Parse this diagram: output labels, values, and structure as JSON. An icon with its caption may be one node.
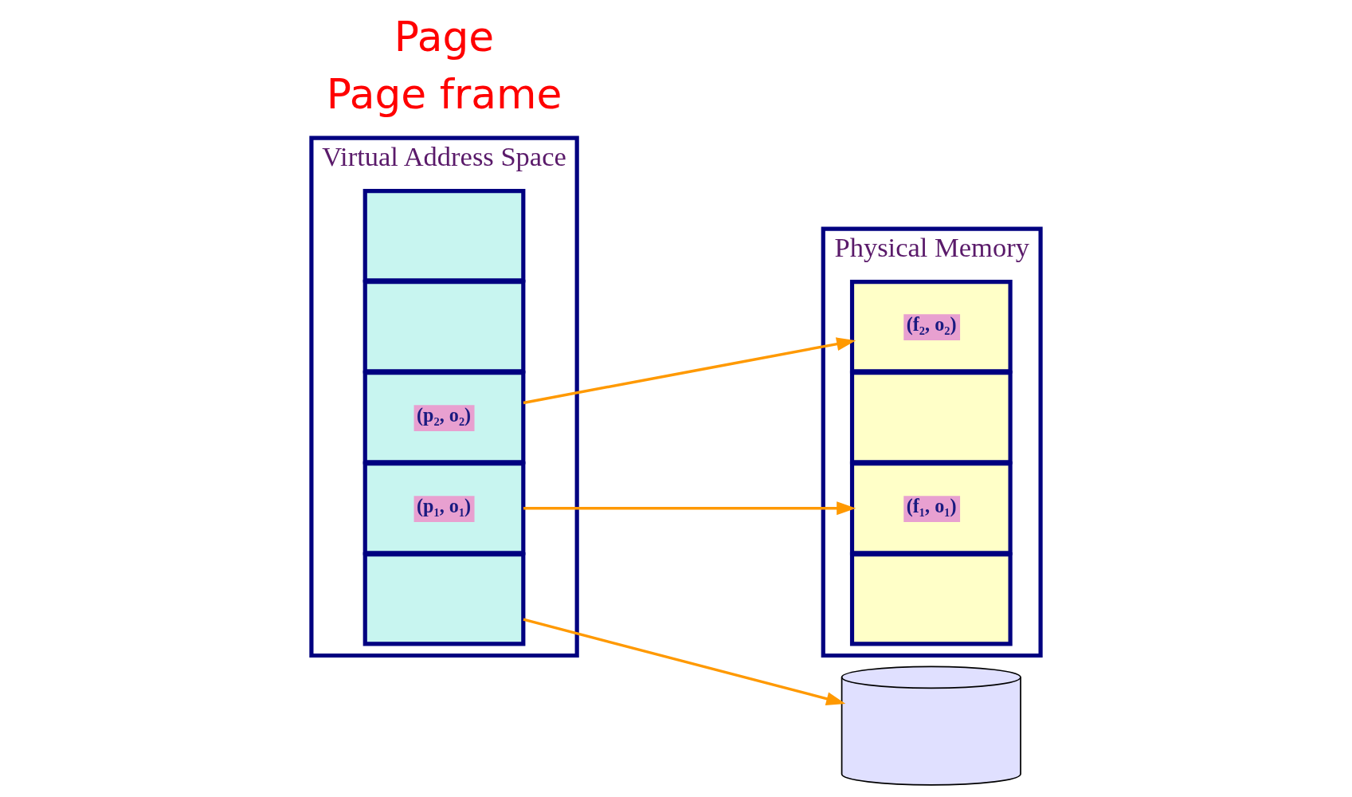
{
  "diagram": {
    "nodes": [
      {
        "text": [
          "Virtual Address Space"
        ]
      },
      {
        "text": [],
        "shape": "box",
        "in": 0
      },
      {
        "text": [],
        "shape": "box",
        "in": 0
      },
      {
        "text": [
          "(p₂, o₂)"
        ],
        "in": 0
      },
      {
        "text": [
          "(p₁, o₁)"
        ],
        "in": 0
      },
      {
        "text": [],
        "shape": "box",
        "in": 0
      },
      {
        "text": [
          "Physical Memory"
        ]
      },
      {
        "text": [
          "(f₁, o₁)"
        ],
        "in": 6
      },
      {
        "text": [],
        "shape": "box",
        "in": 6
      },
      {
        "text": [
          "(f₂, o₂)"
        ],
        "in": 6
      },
      {
        "text": [],
        "shape": "box",
        "in": 6
      },
      {
        "text": [],
        "shape": "cylinder"
      }
    ],
    "edges": [
      {
        "from": 3,
        "to": 9,
        "arrow": "to"
      },
      {
        "from": 4,
        "to": 7,
        "arrow": "to"
      },
      {
        "from": 5,
        "to": 11,
        "arrow": "to"
      }
    ],
    "labels": [
      "Page frame",
      "Page"
    ]
  }
}
